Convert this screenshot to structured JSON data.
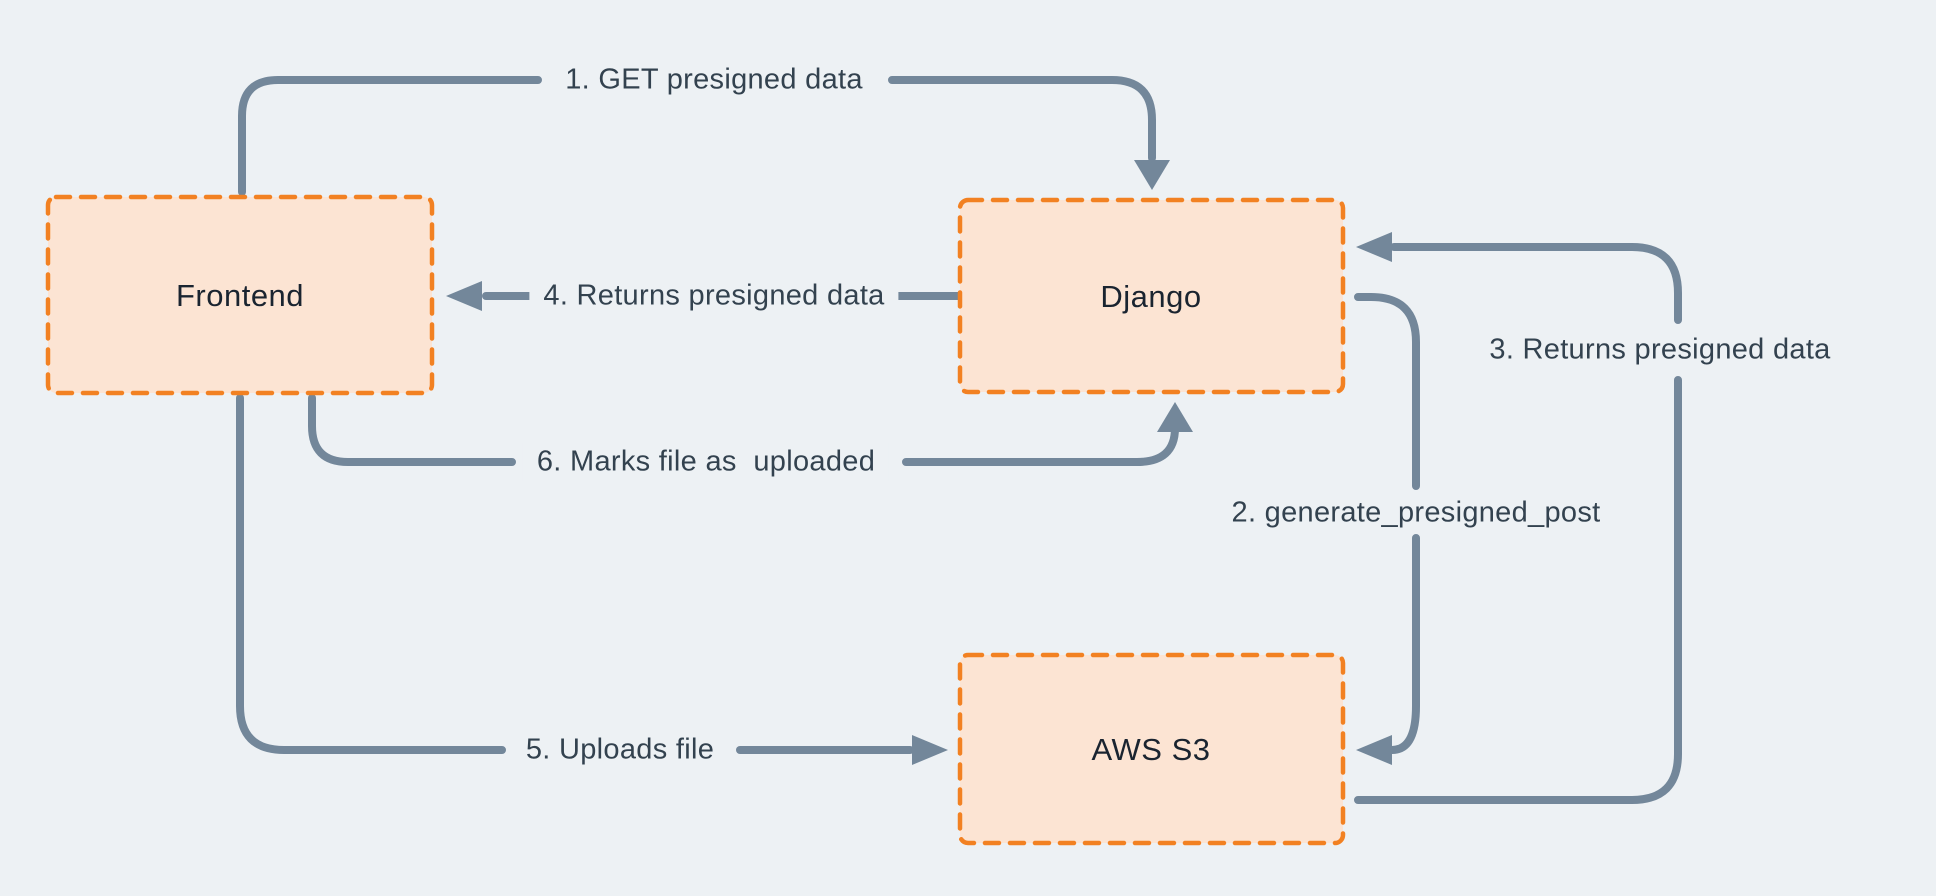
{
  "diagram": {
    "nodes": [
      {
        "id": "frontend",
        "label": "Frontend"
      },
      {
        "id": "django",
        "label": "Django"
      },
      {
        "id": "aws-s3",
        "label": "AWS S3"
      }
    ],
    "edges": [
      {
        "step": 1,
        "label": "1. GET presigned data",
        "from": "frontend",
        "to": "django"
      },
      {
        "step": 2,
        "label": "2. generate_presigned_post",
        "from": "django",
        "to": "aws-s3"
      },
      {
        "step": 3,
        "label": "3. Returns presigned data",
        "from": "aws-s3",
        "to": "django"
      },
      {
        "step": 4,
        "label": "4. Returns presigned data",
        "from": "django",
        "to": "frontend"
      },
      {
        "step": 5,
        "label": "5. Uploads file",
        "from": "frontend",
        "to": "aws-s3"
      },
      {
        "step": 6,
        "label": "6. Marks file as  uploaded",
        "from": "frontend",
        "to": "django"
      }
    ],
    "colors": {
      "background": "#EDF1F4",
      "node_fill": "#FCE4D3",
      "node_border": "#F28122",
      "arrow": "#73879A",
      "edge_label_text": "#33424F",
      "node_label_text": "#1A2430"
    }
  }
}
